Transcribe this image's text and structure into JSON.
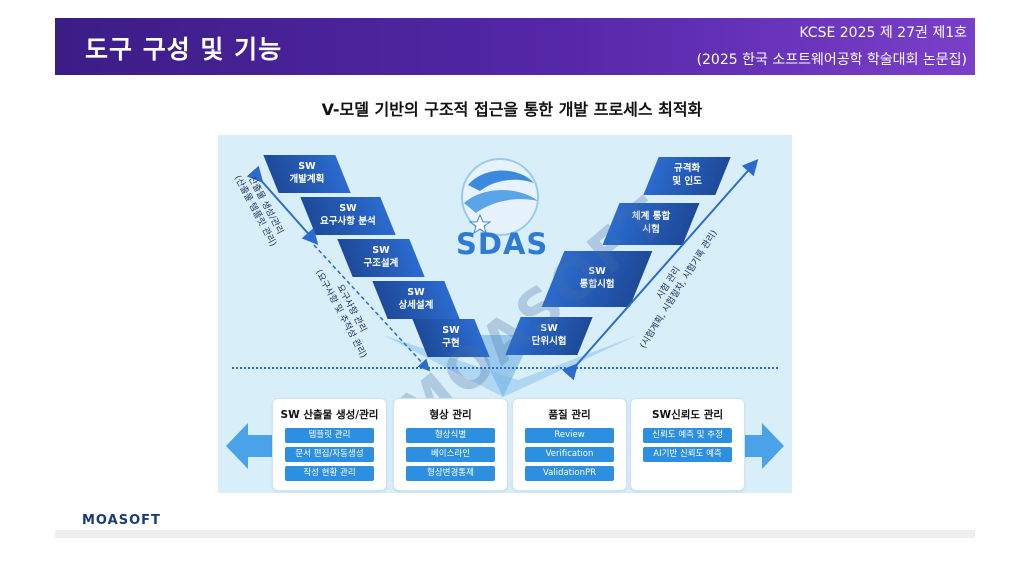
{
  "header": {
    "title": "도구 구성 및 기능",
    "journal": "KCSE 2025 제 27권 제1호",
    "conference": "(2025 한국 소프트웨어공학 학술대회 논문집)"
  },
  "diagram": {
    "title": "V-모델 기반의 구조적 접근을 통한 개발 프로세스 최적화",
    "logo_text": "SDAS",
    "watermark": "MOASOFT",
    "left_stages": [
      {
        "line1": "SW",
        "line2": "개발계획"
      },
      {
        "line1": "SW",
        "line2": "요구사항 분석"
      },
      {
        "line1": "SW",
        "line2": "구조설계"
      },
      {
        "line1": "SW",
        "line2": "상세설계"
      },
      {
        "line1": "SW",
        "line2": "구현"
      }
    ],
    "right_stages": [
      {
        "line1": "SW",
        "line2": "단위시험"
      },
      {
        "line1": "SW",
        "line2": "통합시험"
      },
      {
        "line1": "체계 통합",
        "line2": "시험"
      },
      {
        "line1": "규격화",
        "line2": "및 인도"
      }
    ],
    "label_left_top": {
      "line1": "산출물 생성/관리",
      "line2": "(산출물 템플릿 관리)"
    },
    "label_left_mid": {
      "line1": "요구사항 관리",
      "line2": "(요구사항 및 추적성 관리)"
    },
    "label_right": {
      "line1": "시험 관리",
      "line2": "(시험계획, 시험절차, 시험기록 관리)"
    },
    "cards": [
      {
        "title": "SW 산출물 생성/관리",
        "items": [
          "템플릿 관리",
          "문서 편집/자동생성",
          "작성 현황 관리"
        ]
      },
      {
        "title": "형상 관리",
        "items": [
          "형상식별",
          "베이스라인",
          "형상변경통제"
        ]
      },
      {
        "title": "품질 관리",
        "items": [
          "Review",
          "Verification",
          "ValidationPR"
        ]
      },
      {
        "title": "SW신뢰도 관리",
        "items": [
          "신뢰도 예측 및 추정",
          "AI기반 신뢰도 예측"
        ]
      }
    ],
    "colors": {
      "primary": "#2b6bcf",
      "dark": "#1e4a99",
      "panel": "#d8eef9",
      "arrow": "#4aa3e8"
    }
  },
  "footer": {
    "logo": "MOASOFT"
  }
}
